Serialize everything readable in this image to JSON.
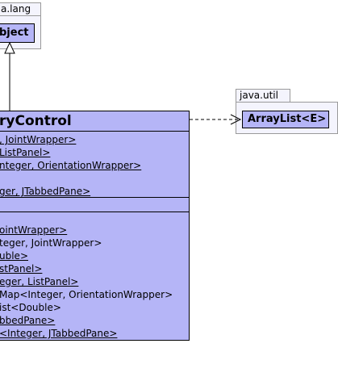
{
  "packages": {
    "java_lang": {
      "label": "a.lang",
      "class_name": "bject"
    },
    "java_util": {
      "label": "java.util",
      "class_name": "ArrayList<E>"
    }
  },
  "main_class": {
    "name": "ryControl",
    "attributes": [
      {
        "text": ", JointWrapper>",
        "static": true
      },
      {
        "text": "ListPanel>",
        "static": true
      },
      {
        "text": "nteger, OrientationWrapper>",
        "static": true
      },
      {
        "text": "ger, JTabbedPane>",
        "static": true
      }
    ],
    "operations": [
      {
        "text": "ointWrapper>",
        "static": true
      },
      {
        "text": "teger, JointWrapper>",
        "static": false
      },
      {
        "text": "uble>",
        "static": true
      },
      {
        "text": "stPanel>",
        "static": true
      },
      {
        "text": "eger, ListPanel>",
        "static": true
      },
      {
        "text": "Map<Integer, OrientationWrapper>",
        "static": false
      },
      {
        "text": "ist<Double>",
        "static": false
      },
      {
        "text": "bbedPane>",
        "static": true
      },
      {
        "text": "<Integer, JTabbedPane>",
        "static": true
      }
    ]
  },
  "colors": {
    "class_fill": "#b5b5f7",
    "package_fill": "#f4f4fd",
    "package_border": "#9a9a9a"
  }
}
